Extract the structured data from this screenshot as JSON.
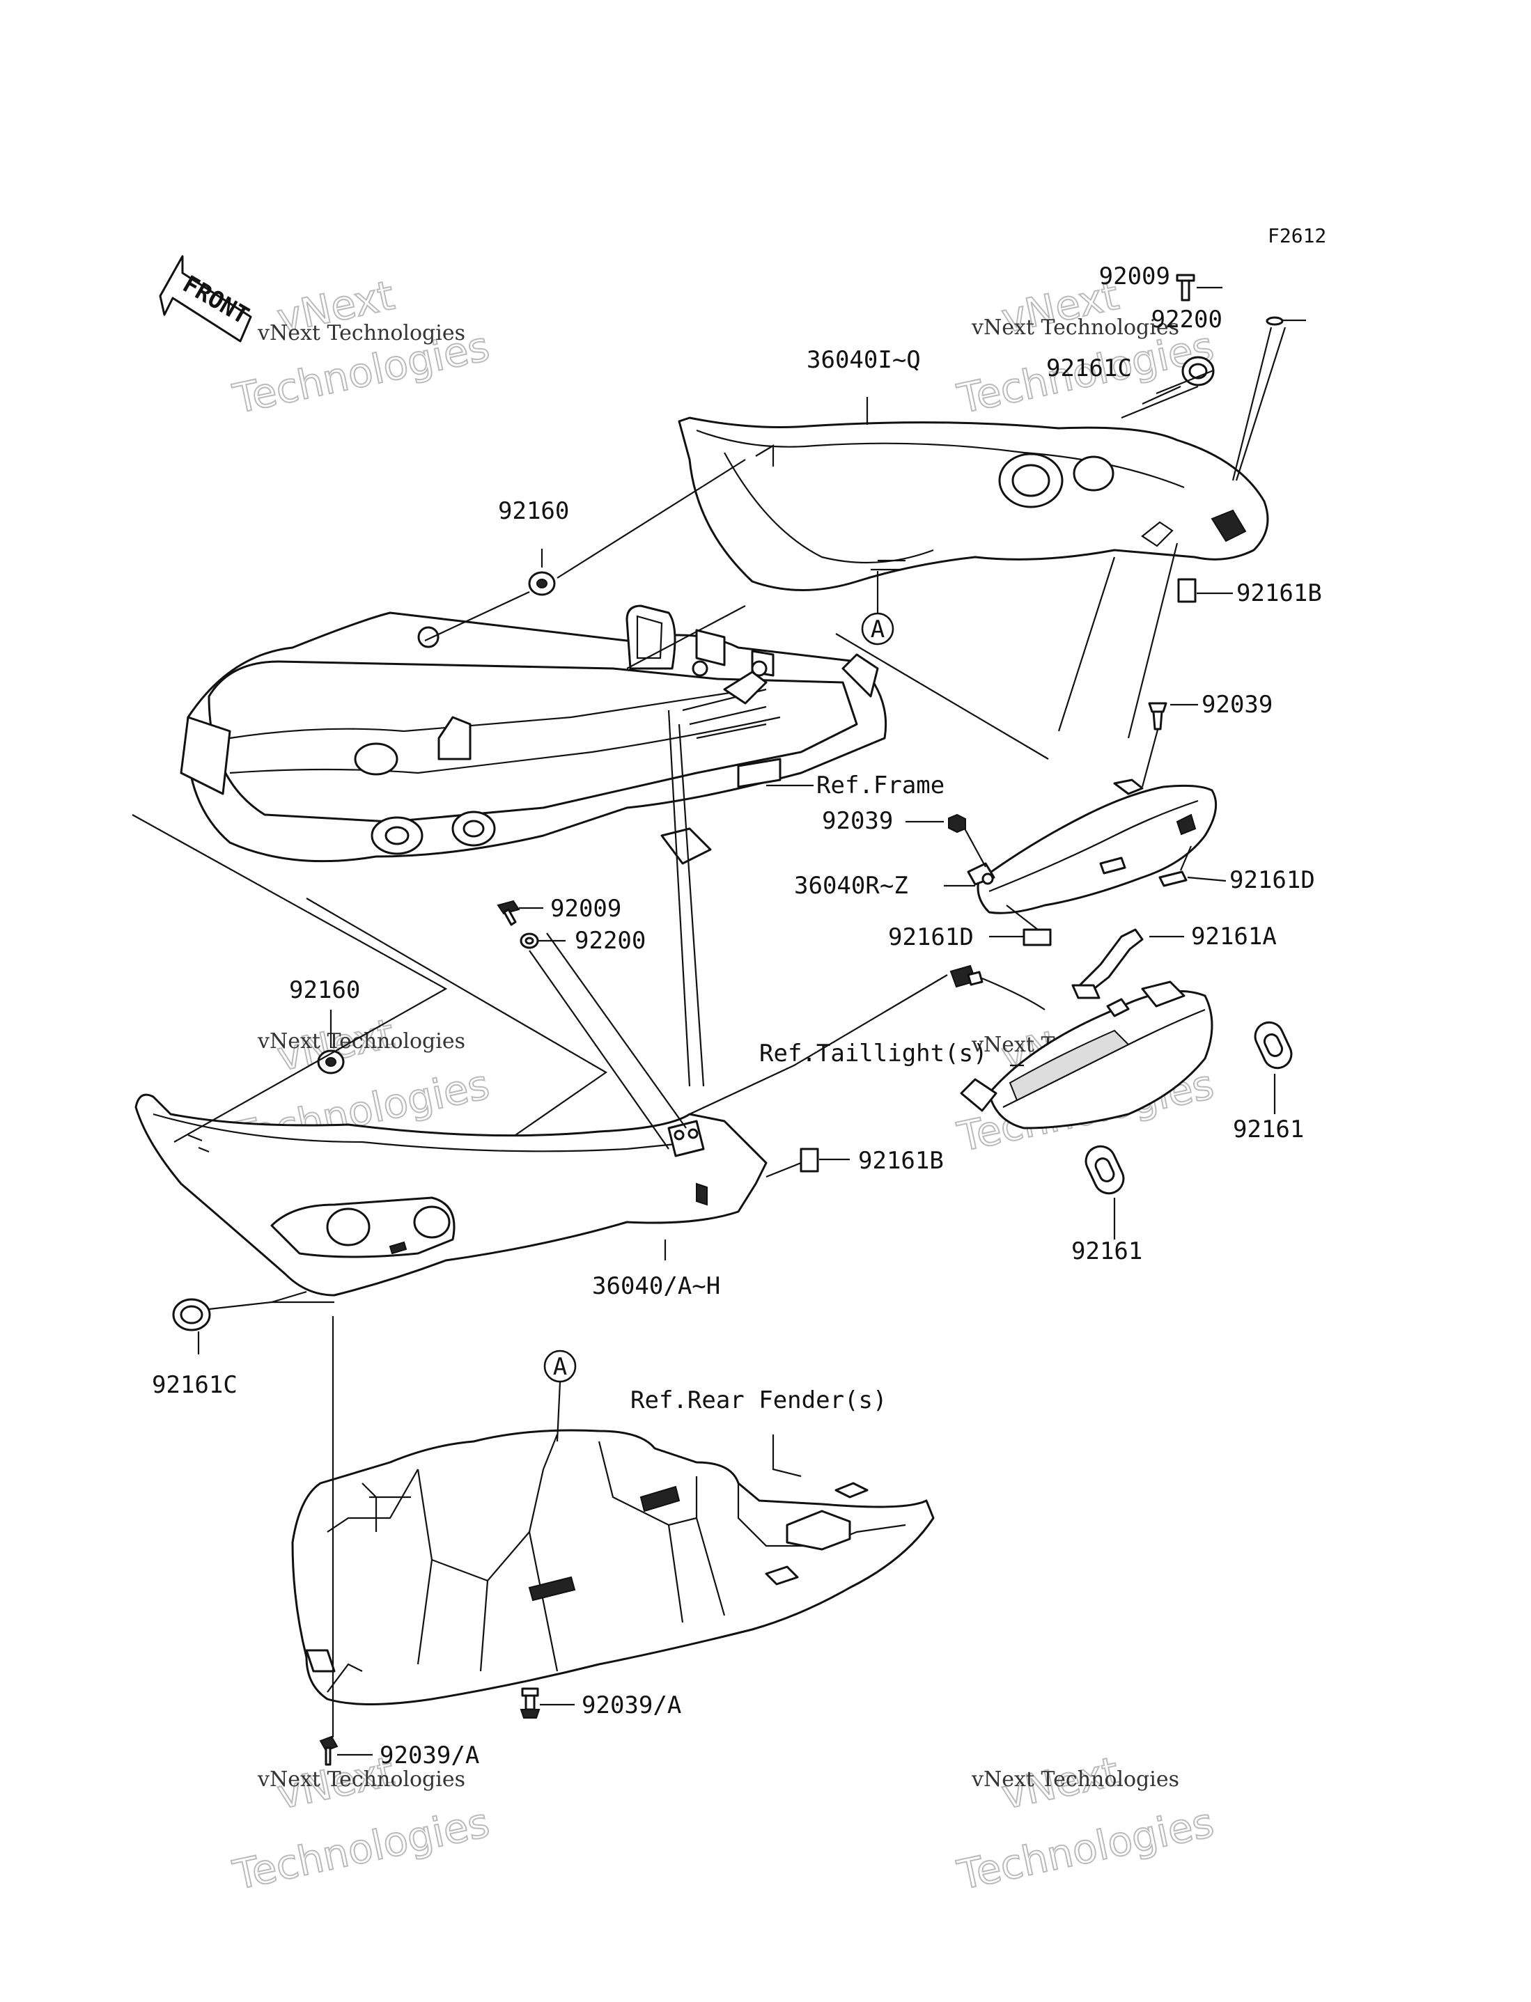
{
  "figure_code": "F2612",
  "front_label": "FRONT",
  "watermark": {
    "line1": "vNext Technologies",
    "logo": "vNext Technologies"
  },
  "callouts": {
    "a_upper": "A",
    "a_lower": "A"
  },
  "labels": {
    "p92009_top": "92009",
    "p92200_top": "92200",
    "p36040_iq": "36040I~Q",
    "p92161c_top": "92161C",
    "p92160_top": "92160",
    "p92161b_right": "92161B",
    "p92039_right": "92039",
    "ref_frame": "Ref.Frame",
    "p92039_mid": "92039",
    "p36040_rz": "36040R~Z",
    "p92161d_right": "92161D",
    "p92009_mid": "92009",
    "p92200_mid": "92200",
    "p92161d_mid": "92161D",
    "p92161a": "92161A",
    "p92160_left": "92160",
    "ref_taillight": "Ref.Taillight(s)",
    "p92161_right": "92161",
    "p92161b_mid": "92161B",
    "p92161_bottom": "92161",
    "p36040_ah": "36040/A~H",
    "p92161c_left": "92161C",
    "ref_rear_fender": "Ref.Rear Fender(s)",
    "p92039a_mid": "92039/A",
    "p92039a_bottom": "92039/A"
  }
}
